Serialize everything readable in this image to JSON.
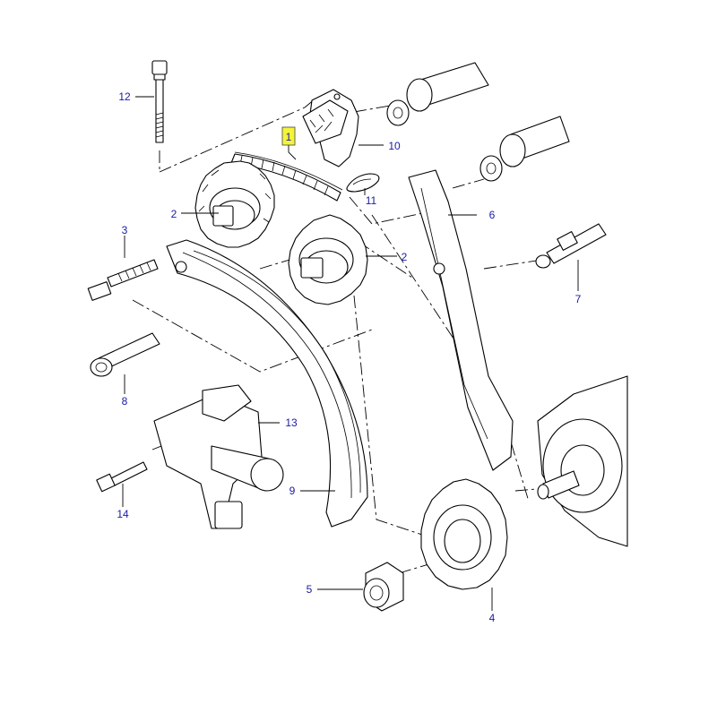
{
  "diagram": {
    "highlight_color": "#f4f43a",
    "callout_color": "#1a1aa6",
    "callouts": [
      {
        "id": "c1",
        "label": "1",
        "highlighted": true
      },
      {
        "id": "c2a",
        "label": "2"
      },
      {
        "id": "c2b",
        "label": "2"
      },
      {
        "id": "c3",
        "label": "3"
      },
      {
        "id": "c4",
        "label": "4"
      },
      {
        "id": "c5",
        "label": "5"
      },
      {
        "id": "c6",
        "label": "6"
      },
      {
        "id": "c7",
        "label": "7"
      },
      {
        "id": "c8",
        "label": "8"
      },
      {
        "id": "c9",
        "label": "9"
      },
      {
        "id": "c10",
        "label": "10"
      },
      {
        "id": "c11",
        "label": "11"
      },
      {
        "id": "c12",
        "label": "12"
      },
      {
        "id": "c13",
        "label": "13"
      },
      {
        "id": "c14",
        "label": "14"
      }
    ]
  }
}
